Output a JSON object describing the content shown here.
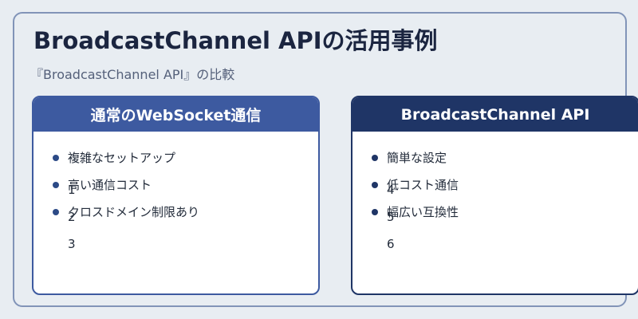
{
  "page": {
    "title": "BroadcastChannel APIの活用事例",
    "subtitle": "『BroadcastChannel API』の比較"
  },
  "left_card": {
    "header": "通常のWebSocket通信",
    "items": [
      "複雑なセットアップ",
      "高い通信コスト",
      "クロスドメイン制限あり"
    ],
    "numbers": [
      "1",
      "2",
      "3"
    ]
  },
  "right_card": {
    "header": "BroadcastChannel API",
    "items": [
      "簡単な設定",
      "低コスト通信",
      "幅広い互換性"
    ],
    "numbers": [
      "4",
      "5",
      "6"
    ]
  },
  "colors": {
    "background": "#e8edf2",
    "left_header": "#3d5aa0",
    "right_header": "#1f3566",
    "frame_border": "#8194b8"
  }
}
